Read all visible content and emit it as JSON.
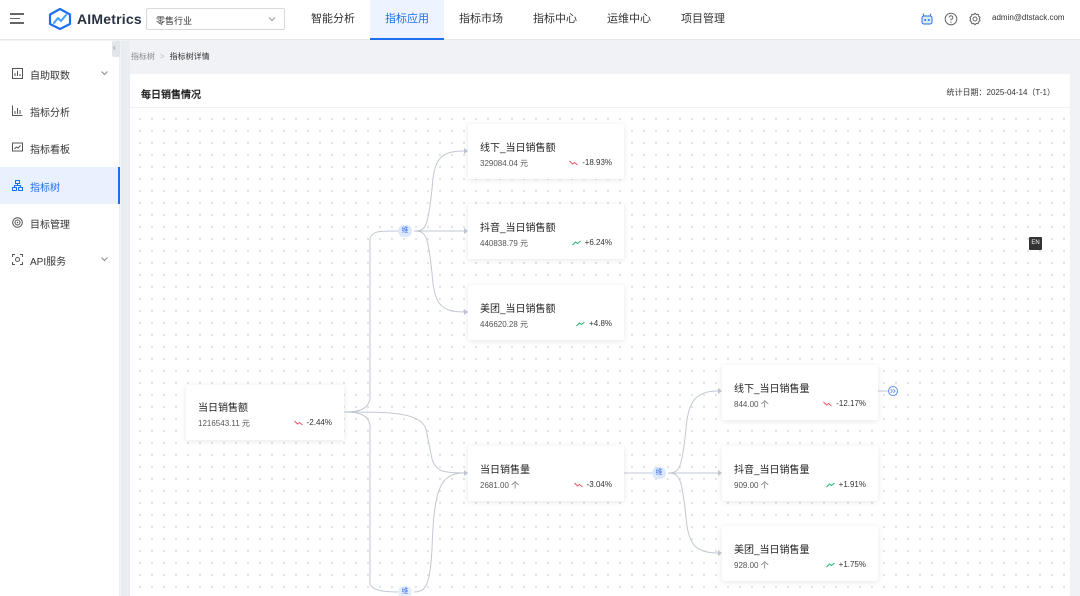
{
  "app": {
    "brand": "AIMetrics",
    "brand_color": "#1e6ff0"
  },
  "industry_select": {
    "value": "零售行业"
  },
  "nav": {
    "items": [
      {
        "label": "智能分析",
        "active": false
      },
      {
        "label": "指标应用",
        "active": true
      },
      {
        "label": "指标市场",
        "active": false
      },
      {
        "label": "指标中心",
        "active": false
      },
      {
        "label": "运维中心",
        "active": false
      },
      {
        "label": "项目管理",
        "active": false
      }
    ]
  },
  "header_icons": [
    "robot-icon",
    "help-icon",
    "settings-icon"
  ],
  "user": {
    "name": "admin@dtstack.com"
  },
  "sidebar": {
    "items": [
      {
        "label": "自助取数",
        "icon": "self-service-icon",
        "has_children": true,
        "active": false
      },
      {
        "label": "指标分析",
        "icon": "analysis-icon",
        "has_children": false,
        "active": false
      },
      {
        "label": "指标看板",
        "icon": "dashboard-icon",
        "has_children": false,
        "active": false
      },
      {
        "label": "指标树",
        "icon": "tree-icon",
        "has_children": false,
        "active": true
      },
      {
        "label": "目标管理",
        "icon": "target-icon",
        "has_children": false,
        "active": false
      },
      {
        "label": "API服务",
        "icon": "api-icon",
        "has_children": true,
        "active": false
      }
    ]
  },
  "breadcrumb": {
    "parent": "指标树",
    "current": "指标树详情"
  },
  "panel": {
    "title": "每日销售情况",
    "stat_date": "统计日期：2025-04-14（T-1）"
  },
  "dim_badge": "维",
  "tree": {
    "root": {
      "title": "当日销售额",
      "value": "1216543.11 元",
      "change": "-2.44%",
      "direction": "down"
    },
    "channel_sales": [
      {
        "title": "线下_当日销售额",
        "value": "329084.04 元",
        "change": "-18.93%",
        "direction": "down"
      },
      {
        "title": "抖音_当日销售额",
        "value": "440838.79 元",
        "change": "+6.24%",
        "direction": "up"
      },
      {
        "title": "美团_当日销售额",
        "value": "446620.28 元",
        "change": "+4.8%",
        "direction": "up"
      }
    ],
    "volume": {
      "title": "当日销售量",
      "value": "2681.00 个",
      "change": "-3.04%",
      "direction": "down"
    },
    "channel_volume": [
      {
        "title": "线下_当日销售量",
        "value": "844.00 个",
        "change": "-12.17%",
        "direction": "down"
      },
      {
        "title": "抖音_当日销售量",
        "value": "909.00 个",
        "change": "+1.91%",
        "direction": "up"
      },
      {
        "title": "美团_当日销售量",
        "value": "928.00 个",
        "change": "+1.75%",
        "direction": "up"
      }
    ]
  },
  "en_badge": "EN",
  "colors": {
    "up": "#20b26b",
    "down": "#e8546a",
    "link": "#c2c8d2",
    "accent": "#1e6ff0"
  }
}
